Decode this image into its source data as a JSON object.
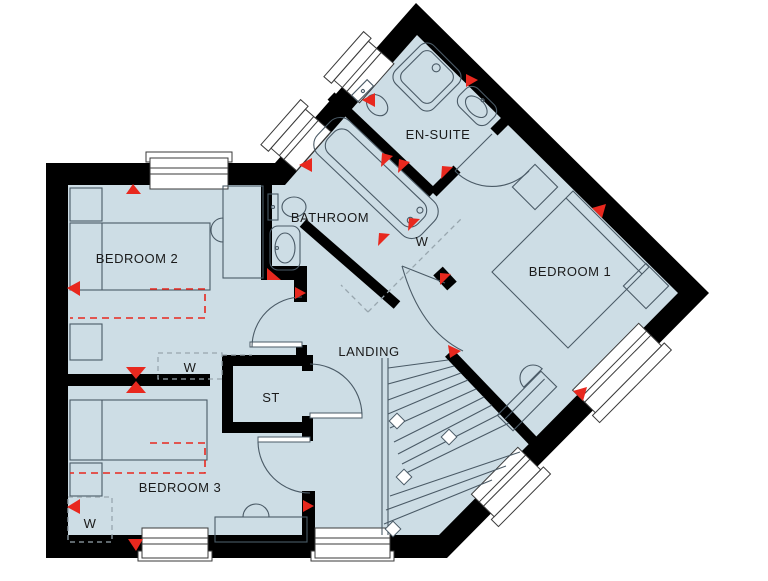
{
  "colors": {
    "floor": "#cddde5",
    "wall": "#000000",
    "line": "#4a5a66",
    "red": "#e8281e",
    "gray-dash": "#98a6ae",
    "label": "#1a1a1a",
    "window": "#ffffff"
  },
  "rooms": [
    {
      "id": "bedroom-1",
      "label": "BEDROOM 1"
    },
    {
      "id": "bedroom-2",
      "label": "BEDROOM 2"
    },
    {
      "id": "bedroom-3",
      "label": "BEDROOM 3"
    },
    {
      "id": "bathroom",
      "label": "BATHROOM"
    },
    {
      "id": "en-suite",
      "label": "EN-SUITE"
    },
    {
      "id": "landing",
      "label": "LANDING"
    },
    {
      "id": "store",
      "label": "ST"
    },
    {
      "id": "wardrobe-bedroom-1",
      "label": "W"
    },
    {
      "id": "wardrobe-bedroom-2",
      "label": "W"
    },
    {
      "id": "wardrobe-bedroom-3",
      "label": "W"
    }
  ],
  "fixtures": [
    "double-bed",
    "single-bed",
    "single-bed",
    "bath",
    "shower",
    "toilet",
    "toilet",
    "basin",
    "basin",
    "dressing-table",
    "desk",
    "chair",
    "winder-stairs",
    "window",
    "door-swing",
    "escape-window-marker",
    "optional-bed-outline"
  ]
}
